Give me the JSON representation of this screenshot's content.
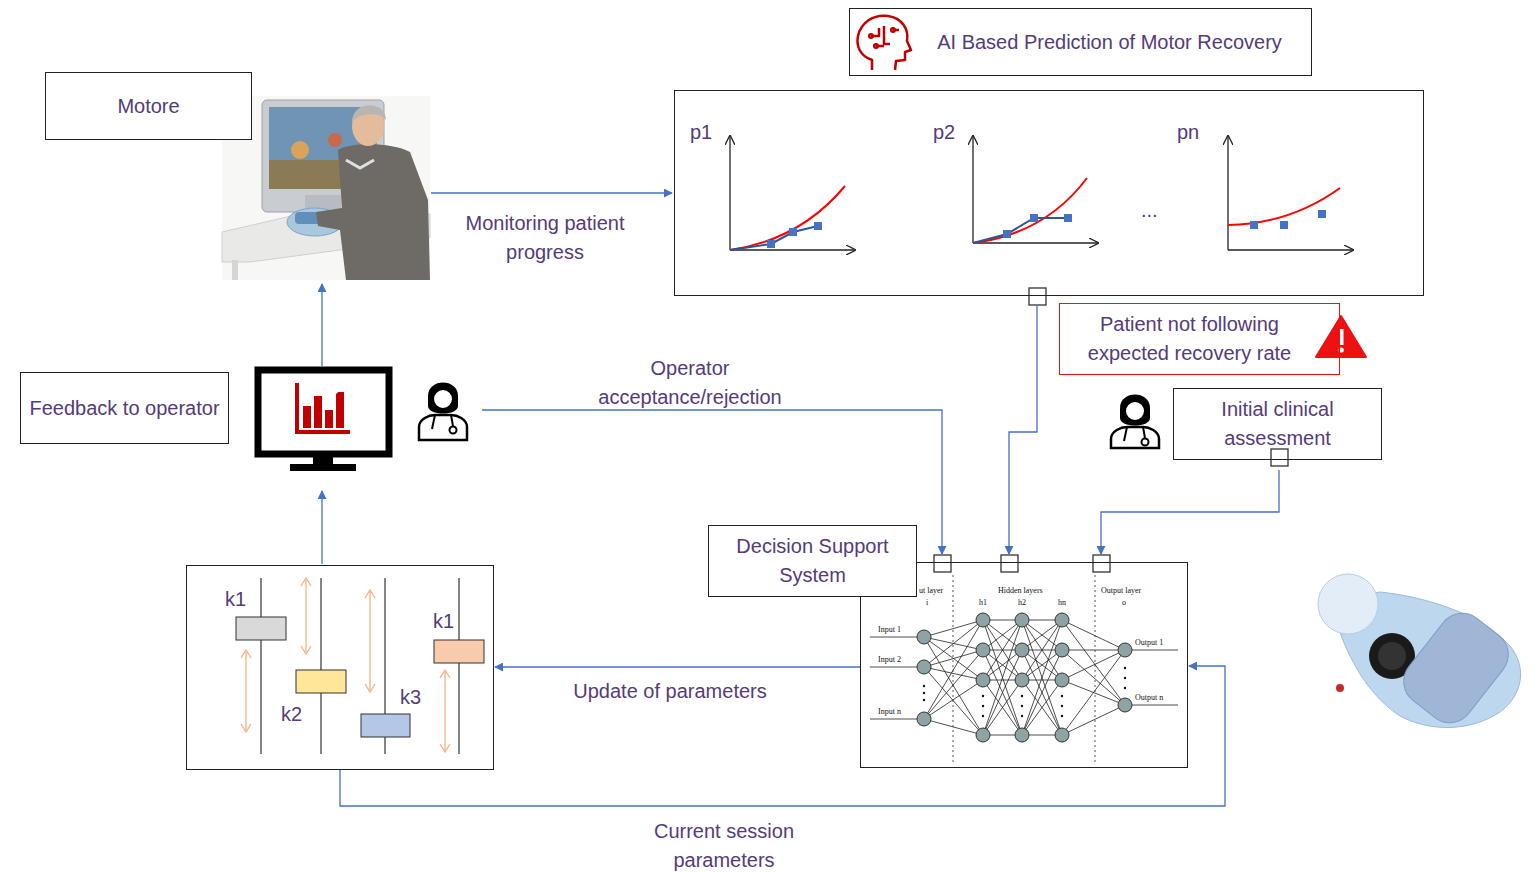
{
  "diagram": {
    "nodes": [
      {
        "text": [
          "Motore"
        ]
      },
      {
        "text": [
          "AI Based Prediction of Motor Recovery"
        ]
      },
      {
        "text": [
          "p1",
          "p2",
          "...",
          "pn"
        ]
      },
      {
        "text": [
          "Patient not following expected recovery rate"
        ]
      },
      {
        "text": [
          "Feedback to operator"
        ]
      },
      {
        "text": [
          "Initial clinical assessment"
        ]
      },
      {
        "text": [
          "Decision Support System"
        ]
      },
      {
        "text": [
          "ut layer",
          "Hidden layers",
          "Output layer"
        ]
      },
      {
        "text": [
          "k1",
          "k2",
          "k3",
          "k1"
        ]
      }
    ],
    "edges": [
      {
        "from": 2,
        "to": 7,
        "arrow": "to"
      },
      {
        "from": 5,
        "to": 7,
        "arrow": "to"
      },
      {
        "from": 7,
        "to": 8,
        "label": "Update of parameters",
        "arrow": "to"
      },
      {
        "from": 8,
        "to": 7,
        "label": "Current session parameters",
        "arrow": "to"
      }
    ],
    "labels": [
      "Monitoring patient progress",
      "Operator acceptance/rejection",
      "i",
      "h1",
      "h2",
      "hn",
      "o",
      "Input 1",
      "Input 2",
      "Input n",
      "Output 1",
      "Output n"
    ]
  }
}
